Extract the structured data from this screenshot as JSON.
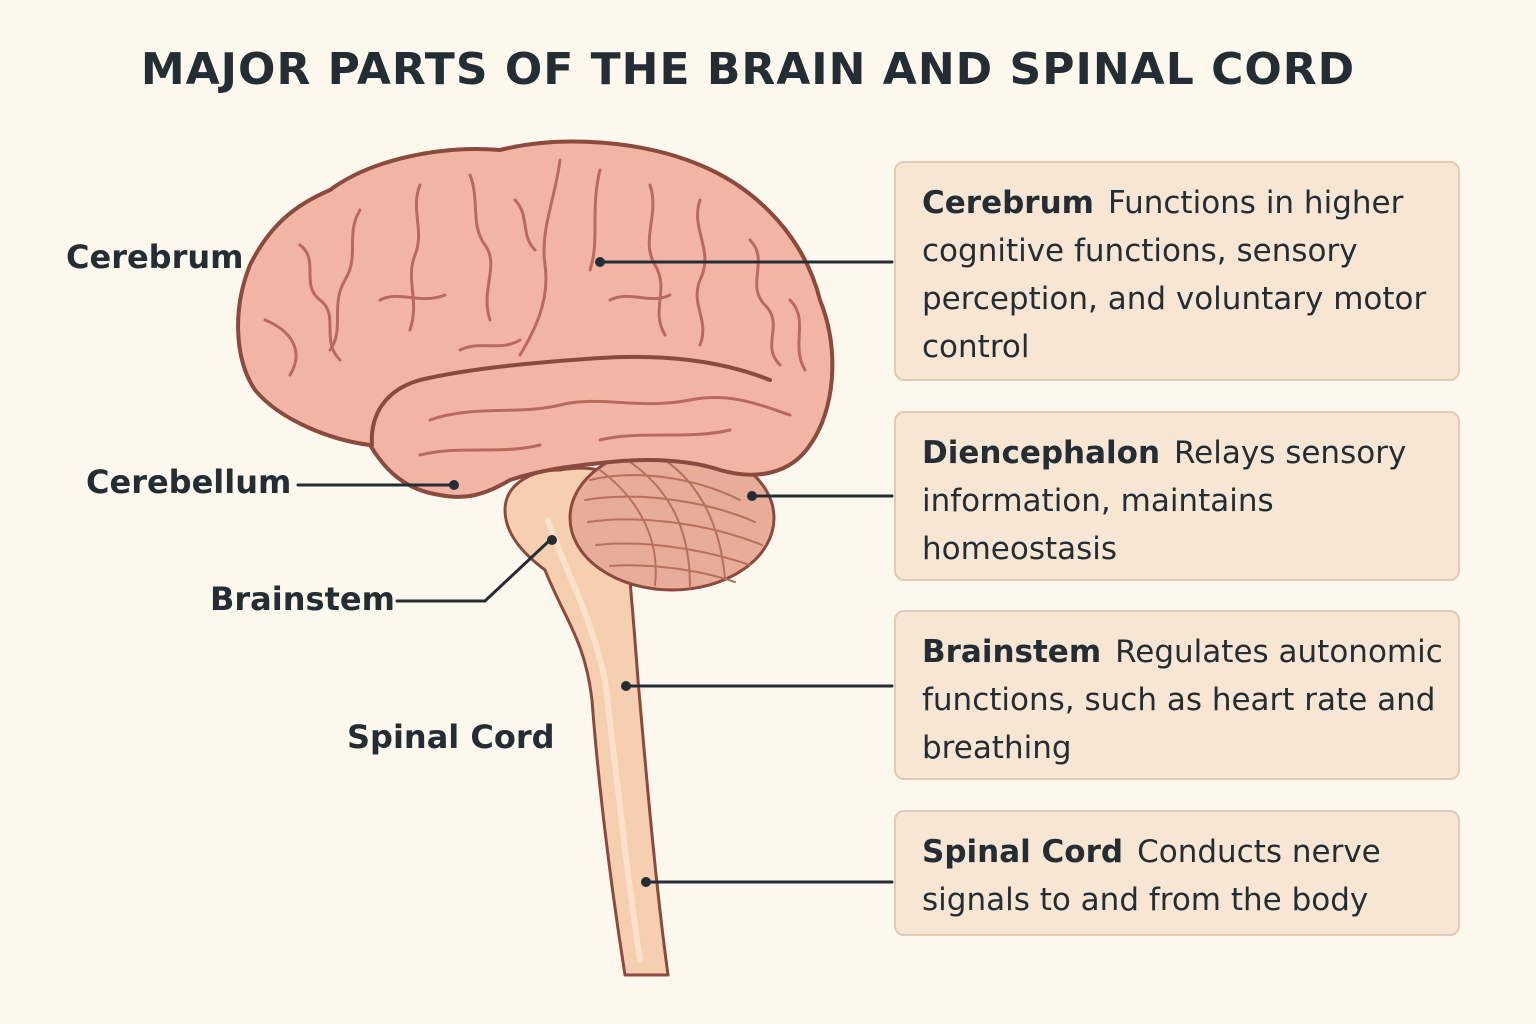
{
  "title": "MAJOR PARTS OF THE BRAIN AND SPINAL CORD",
  "left_labels": {
    "cerebrum": "Cerebrum",
    "cerebellum": "Cerebellum",
    "brainstem": "Brainstem",
    "spinal_cord": "Spinal Cord"
  },
  "boxes": [
    {
      "name": "Cerebrum",
      "description": "Functions in higher cognitive functions, sensory perception, and voluntary motor control"
    },
    {
      "name": "Diencephalon",
      "description": "Relays sensory information, maintains homeostasis"
    },
    {
      "name": "Brainstem",
      "description": "Regulates autonomic functions, such as heart rate and breathing"
    },
    {
      "name": "Spinal Cord",
      "description": "Conducts nerve signals to and from the body"
    }
  ],
  "colors": {
    "background": "#fdf8ee",
    "brain_fill": "#f2b5a5",
    "brain_outline": "#8a4a3e",
    "cerebellum_fill": "#e8ad98",
    "spinal_fill": "#f6cfb0",
    "box_fill": "#f8e6d4",
    "box_border": "#e2cbb4",
    "leader_line": "#232d33"
  }
}
